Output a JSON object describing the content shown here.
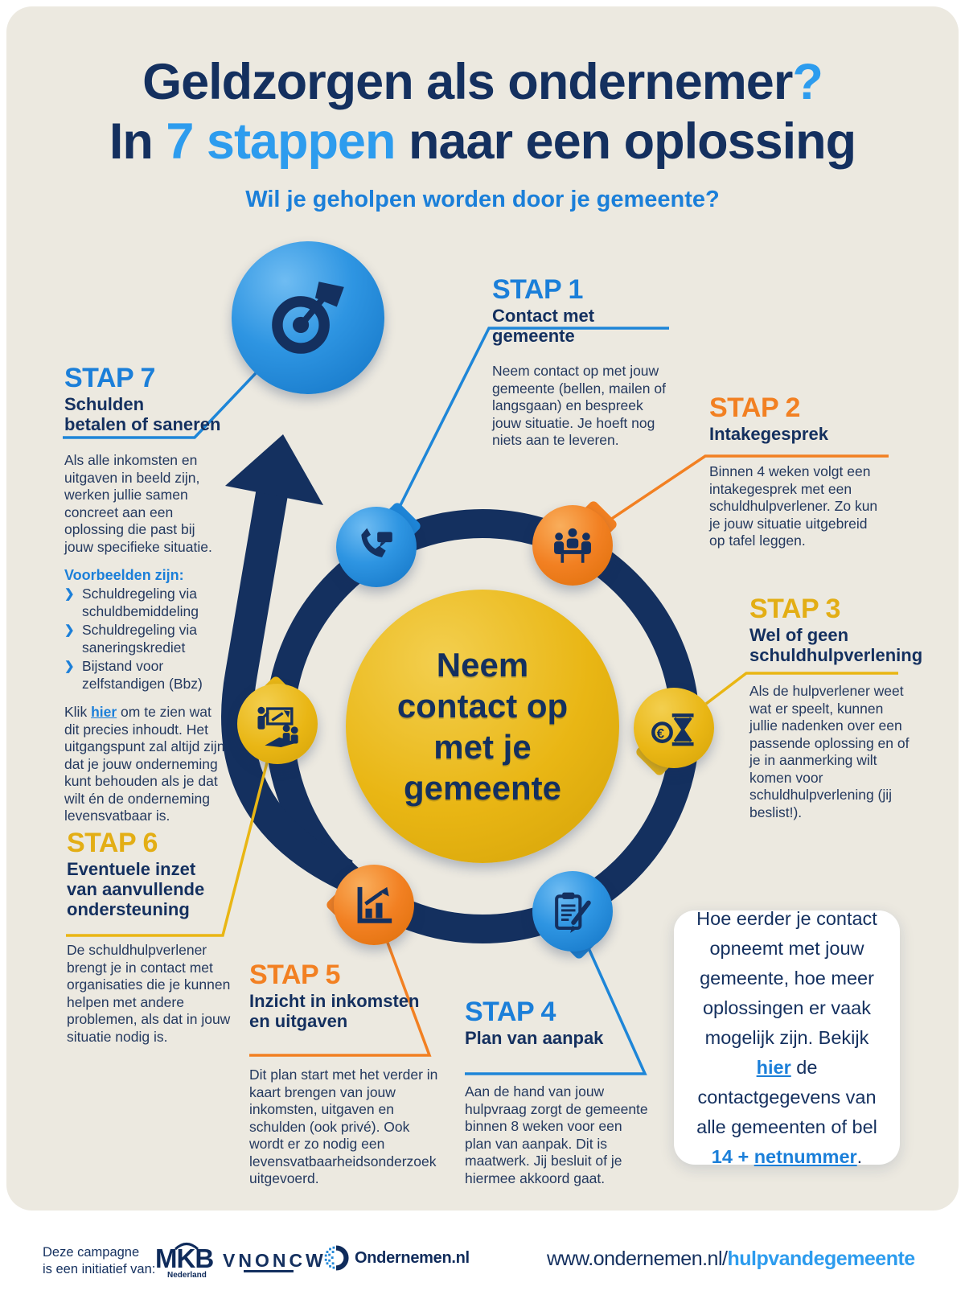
{
  "header": {
    "title_line1": "Geldzorgen als ondernemer",
    "title_line1_mark": "?",
    "title_line2_pre": "In ",
    "title_line2_accent": "7 stappen",
    "title_line2_post": " naar een oplossing",
    "subtitle": "Wil je geholpen worden door je gemeente?"
  },
  "center_circle": {
    "text": "Neem\ncontact op\nmet je\ngemeente"
  },
  "steps": [
    {
      "label": "STAP 1",
      "title": "Contact met gemeente",
      "accent": "#1B7FD9",
      "body": "Neem contact op met jouw gemeente (bellen, mailen of langsgaan) en bespreek jouw situatie. Je hoeft nog niets aan te leveren."
    },
    {
      "label": "STAP 2",
      "title": "Intakegesprek",
      "accent": "#F28022",
      "body": "Binnen 4 weken volgt een intakegesprek met een schuldhulpverlener. Zo kun je jouw situatie uitgebreid op tafel leggen."
    },
    {
      "label": "STAP 3",
      "title": "Wel of geen\nschuldhulpverlening",
      "accent": "#E9B614",
      "body": "Als de hulpverlener weet wat er speelt, kunnen jullie nadenken over een passende oplossing en of je in aanmerking wilt komen voor schuldhulpverlening (jij beslist!)."
    },
    {
      "label": "STAP 4",
      "title": "Plan van aanpak",
      "accent": "#1B7FD9",
      "body": "Aan de hand van jouw hulpvraag zorgt de gemeente binnen 8 weken voor een plan van aanpak. Dit is maatwerk. Jij besluit of je hiermee akkoord gaat."
    },
    {
      "label": "STAP 5",
      "title": "Inzicht in inkomsten\nen uitgaven",
      "accent": "#F28022",
      "body": "Dit plan start met het verder in kaart brengen van jouw inkomsten, uitgaven en schulden (ook privé). Ook wordt er zo nodig een levensvatbaarheidsonderzoek uitgevoerd."
    },
    {
      "label": "STAP 6",
      "title": "Eventuele inzet\nvan aanvullende\nondersteuning",
      "accent": "#E9B614",
      "body": "De schuldhulpverlener brengt je in contact met organisaties die je kunnen helpen met andere problemen, als dat in jouw situatie nodig is."
    },
    {
      "label": "STAP 7",
      "title": "Schulden\nbetalen of saneren",
      "accent": "#1B7FD9",
      "body": "Als alle inkomsten en uitgaven in beeld zijn, werken jullie samen concreet aan een oplossing die past bij jouw specifieke situatie."
    }
  ],
  "step7_extra": {
    "examples_title": "Voorbeelden zijn:",
    "bullet_glyph": "❯",
    "examples": [
      "Schuldregeling via schuldbemiddeling",
      "Schuldregeling via saneringskrediet",
      "Bijstand voor zelfstandigen (Bbz)"
    ],
    "link_pre": "Klik ",
    "link_text": "hier",
    "link_post": " om te zien wat dit precies inhoudt. Het uitgangspunt zal altijd zijn dat je jouw onderneming kunt behouden als je dat wilt én de onderneming levensvatbaar is."
  },
  "info_box": {
    "pre": "Hoe eerder je contact opneemt met jouw gemeente, hoe meer oplossingen er vaak mogelijk zijn. Bekijk ",
    "link": "hier",
    "mid": " de contactgegevens van alle gemeenten of bel ",
    "phone_bold": "14 + ",
    "phone_link": "netnummer",
    "end": "."
  },
  "footer": {
    "campaign": "Deze campagne\nis een initiatief van:",
    "logo_mkb": "MKB",
    "logo_mkb_sub": "Nederland",
    "logo_vnoncw": "VNONCW",
    "logo_ondernemen": "Ondernemen.nl",
    "url_plain": "www.ondernemen.nl/",
    "url_bold": "hulpvandegemeente"
  },
  "icons": {
    "top_circle": "target-dart-icon",
    "step1": "phone-chat-icon",
    "step2": "intake-meeting-icon",
    "step3": "hourglass-euro-icon",
    "step4": "clipboard-pen-icon",
    "step5": "bar-chart-growth-icon",
    "step6": "presentation-board-icon",
    "ring": "process-cycle-ring",
    "arrow": "cycle-arrow-up",
    "ondernemen_logo": "dotted-circle-icon"
  },
  "colors": {
    "navy": "#14305F",
    "step_blue": "#1B7FD9",
    "accent_blue": "#2D9CEE",
    "orange": "#F28022",
    "gold": "#E9B614",
    "beige": "#ECE9E0",
    "white": "#FFFFFF"
  }
}
